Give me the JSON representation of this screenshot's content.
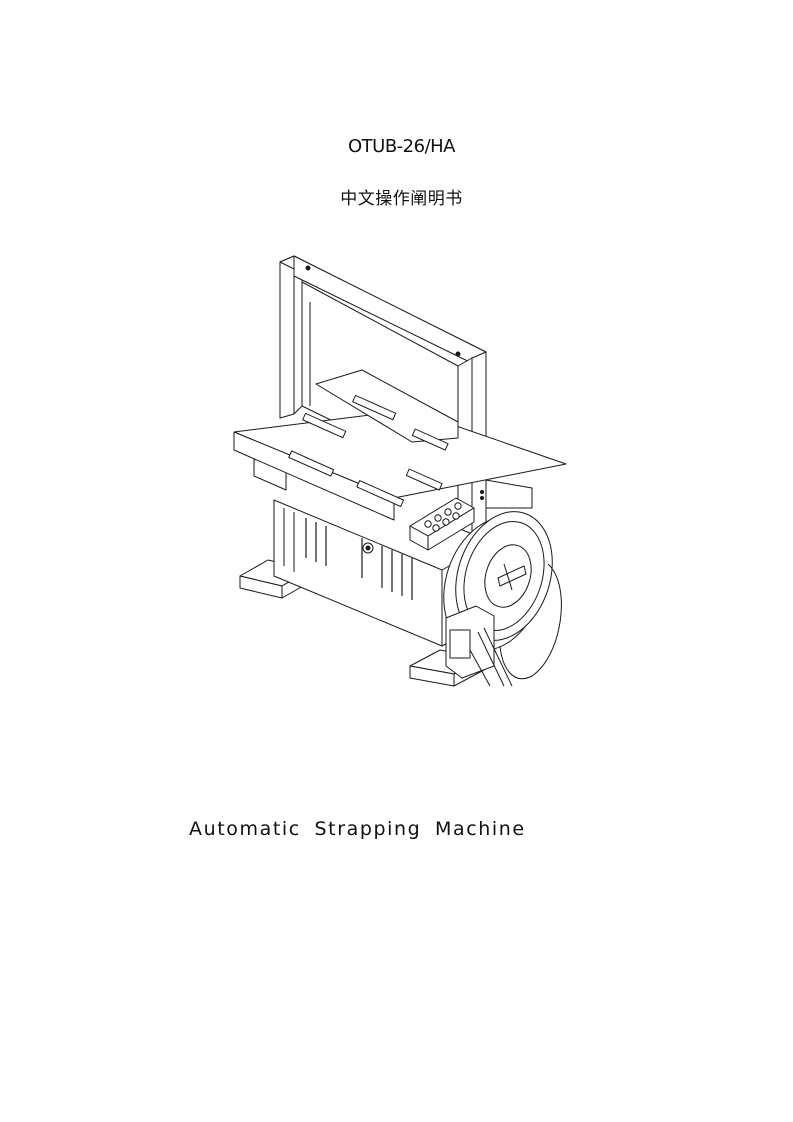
{
  "document": {
    "model": "OTUB-26/HA",
    "subtitle_cn": "中文操作阐明书",
    "title_en": "Automatic Strapping Machine"
  },
  "figure": {
    "icon": "strapping-machine-illustration",
    "line_color": "#1a1a1a",
    "fill_color": "#ffffff"
  }
}
